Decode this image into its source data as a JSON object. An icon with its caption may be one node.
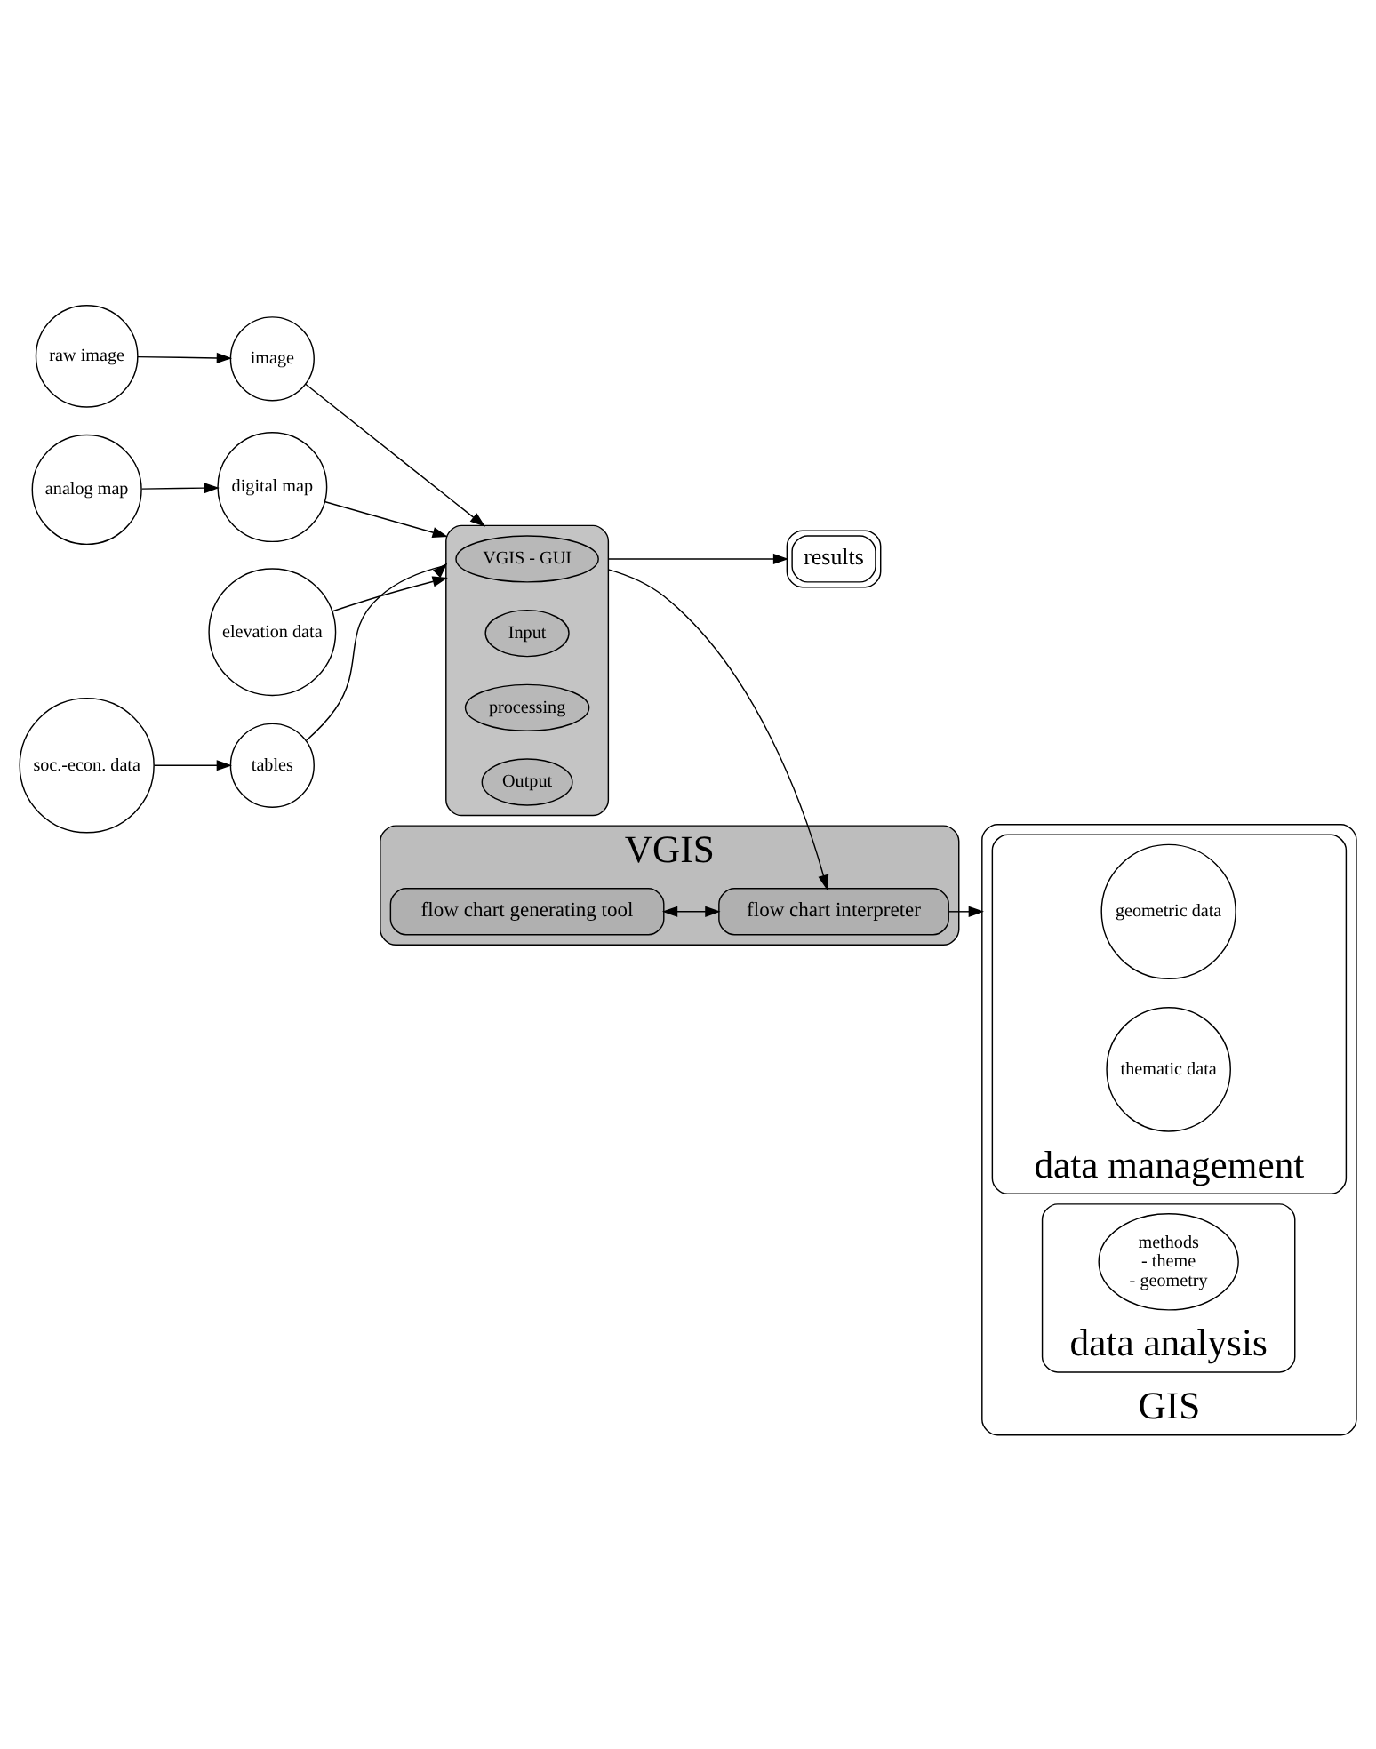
{
  "diagram": {
    "nodes": [
      {
        "text": [
          "raw image"
        ]
      },
      {
        "text": [
          "image"
        ]
      },
      {
        "text": [
          "analog map"
        ]
      },
      {
        "text": [
          "digital map"
        ]
      },
      {
        "text": [
          "elevation data"
        ]
      },
      {
        "text": [
          "soc.-econ. data"
        ]
      },
      {
        "text": [
          "tables"
        ]
      },
      {
        "text": [
          "results"
        ]
      },
      {
        "text": [],
        "shape": "ellipse"
      },
      {
        "text": [
          "VGIS - GUI"
        ],
        "in": 8
      },
      {
        "text": [
          "Input"
        ],
        "in": 8
      },
      {
        "text": [
          "processing"
        ],
        "in": 8
      },
      {
        "text": [
          "Output"
        ],
        "in": 8
      },
      {
        "text": [
          "VGIS"
        ]
      },
      {
        "text": [
          "flow chart generating tool"
        ],
        "in": 13
      },
      {
        "text": [
          "flow chart interpreter"
        ],
        "in": 13
      },
      {
        "text": [
          "GIS"
        ]
      },
      {
        "text": [
          "data management"
        ],
        "in": 16
      },
      {
        "text": [
          "geometric data"
        ],
        "in": 17
      },
      {
        "text": [
          "thematic data"
        ],
        "in": 17
      },
      {
        "text": [
          "data analysis"
        ],
        "in": 16
      },
      {
        "text": [
          "methods",
          "- theme",
          "- geometry"
        ],
        "in": 20
      }
    ],
    "edges": [
      {
        "from": 0,
        "to": 1,
        "arrow": "to"
      },
      {
        "from": 2,
        "to": 3,
        "arrow": "to"
      },
      {
        "from": 1,
        "to": 8,
        "arrow": "to"
      },
      {
        "from": 3,
        "to": 8,
        "arrow": "to"
      },
      {
        "from": 4,
        "to": 8,
        "arrow": "to"
      },
      {
        "from": 5,
        "to": 6,
        "arrow": "to"
      },
      {
        "from": 6,
        "to": 8,
        "arrow": "to"
      },
      {
        "from": 8,
        "to": 7,
        "arrow": "to"
      },
      {
        "from": 8,
        "to": 15,
        "arrow": "to"
      },
      {
        "from": 14,
        "to": 15,
        "arrow": "both"
      },
      {
        "from": 15,
        "to": 16,
        "arrow": "to"
      }
    ]
  }
}
